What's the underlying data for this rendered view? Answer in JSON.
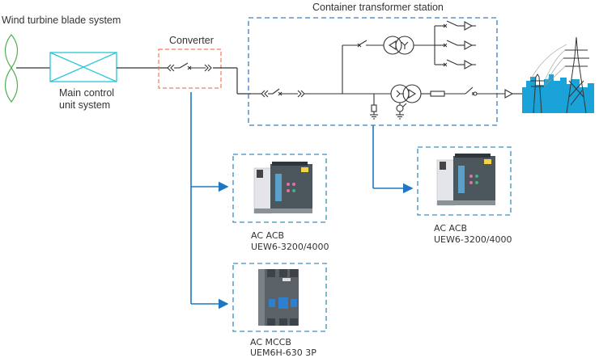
{
  "labels": {
    "wind_turbine": "Wind turbine blade system",
    "main_control_line1": "Main control",
    "main_control_line2": "unit system",
    "converter": "Converter",
    "container_station": "Container transformer station"
  },
  "products": [
    {
      "type": "AC ACB",
      "model": "UEW6-3200/4000"
    },
    {
      "type": "AC MCCB",
      "model": "UEM6H-630 3P"
    },
    {
      "type": "AC ACB",
      "model": "UEW6-3200/4000"
    }
  ],
  "colors": {
    "line": "#333333",
    "blade": "#4caf50",
    "control_unit": "#26c6da",
    "converter_border": "#f07b5a",
    "station_border": "#3a7fc0",
    "arrow": "#1f77c4",
    "grid_blue": "#1aa3d8"
  }
}
